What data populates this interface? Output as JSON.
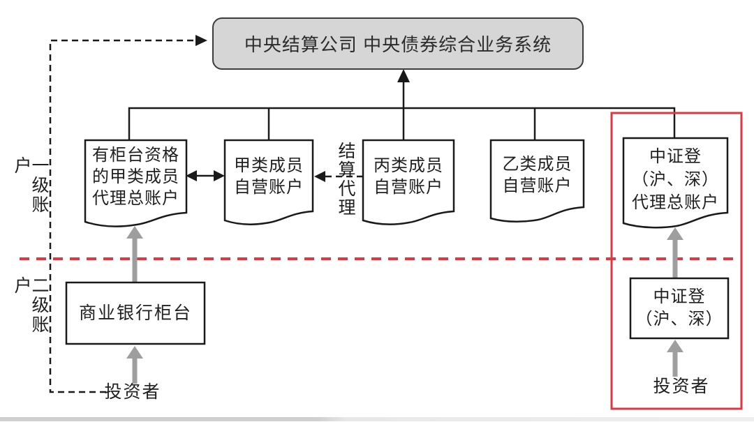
{
  "title_box": {
    "text": "中央结算公司 中央债券综合业务系统"
  },
  "tier_labels": {
    "primary": "一级账户",
    "secondary": "二级账户"
  },
  "settlement_agent_label": "结算代理",
  "docs": [
    {
      "name": "otc-qualified-class-a-member-agent-master-account",
      "lines": [
        "有柜台资格",
        "的甲类成员",
        "代理总账户"
      ]
    },
    {
      "name": "class-a-member-proprietary-account",
      "lines": [
        "甲类成员",
        "自营账户"
      ]
    },
    {
      "name": "class-c-member-proprietary-account",
      "lines": [
        "丙类成员",
        "自营账户"
      ]
    },
    {
      "name": "class-b-member-proprietary-account",
      "lines": [
        "乙类成员",
        "自营账户"
      ]
    },
    {
      "name": "csdc-sh-sz-agent-master-account",
      "lines": [
        "中证登",
        "（沪、深）",
        "代理总账户"
      ]
    }
  ],
  "secondary_boxes": [
    {
      "name": "commercial-bank-counter",
      "lines": [
        "商业银行柜台"
      ]
    },
    {
      "name": "csdc-sh-sz",
      "lines": [
        "中证登",
        "（沪、深）"
      ]
    }
  ],
  "investors": {
    "left": "投资者",
    "right": "投资者"
  },
  "colors": {
    "highlight_red": "#e23640",
    "title_box_fill": "#d6d6d6",
    "arrow_gray": "#9e9e9e",
    "line_black": "#1a1a1a"
  }
}
